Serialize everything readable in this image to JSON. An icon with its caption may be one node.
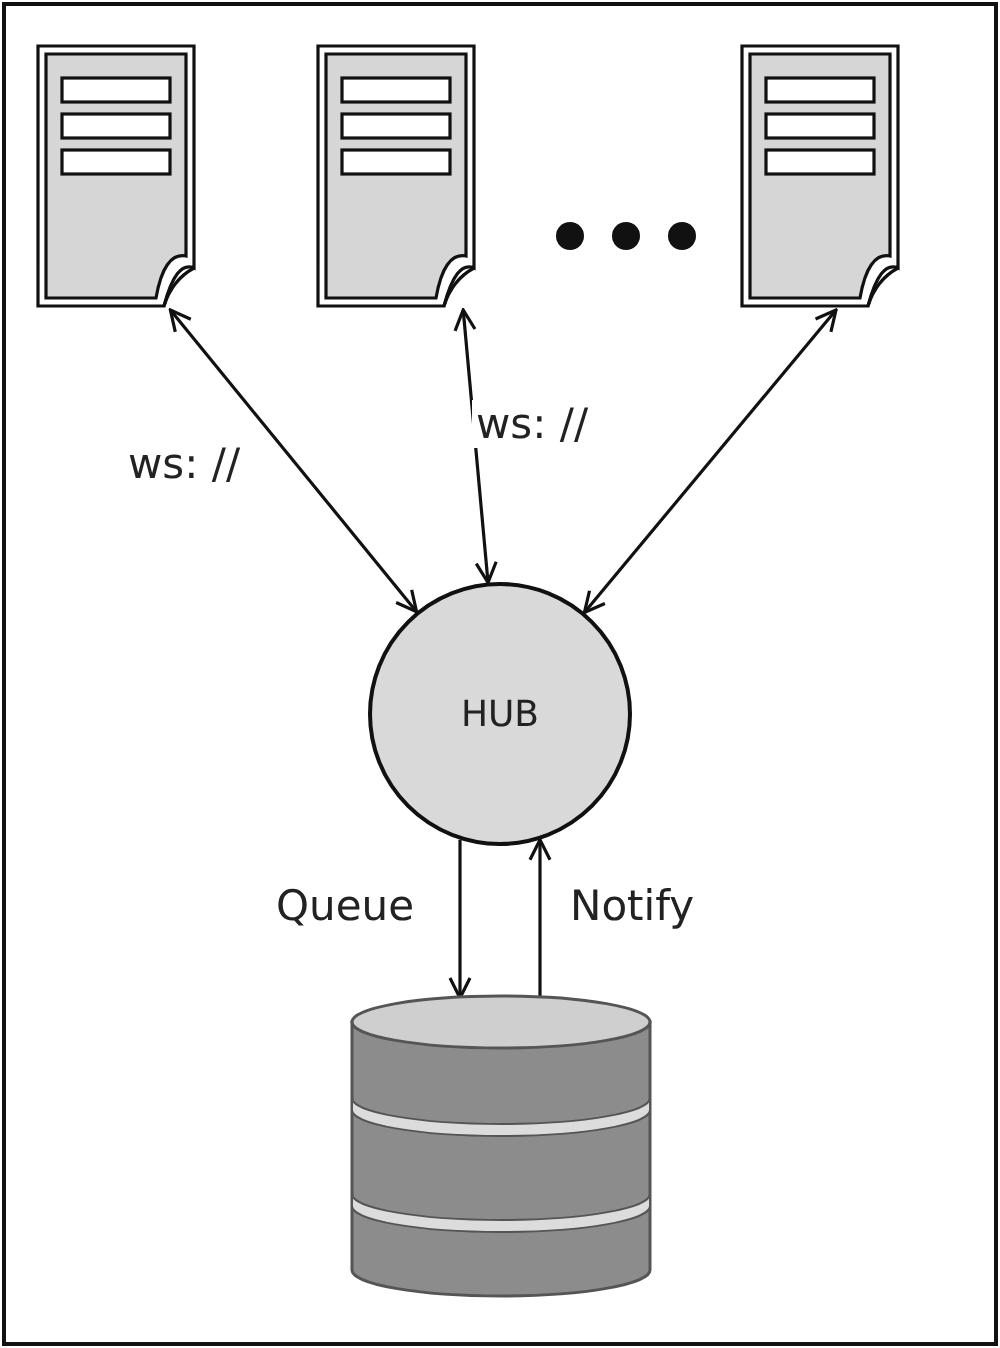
{
  "diagram": {
    "nodes": [
      {
        "text": [],
        "shape": "document"
      },
      {
        "text": [],
        "shape": "document"
      },
      {
        "text": [],
        "shape": "document"
      },
      {
        "text": [
          "HUB"
        ]
      },
      {
        "text": [],
        "shape": "cylinder"
      }
    ],
    "edges": [
      {
        "from": 0,
        "to": 3,
        "arrow": "both",
        "label": "ws: //"
      },
      {
        "from": 1,
        "to": 3,
        "arrow": "both",
        "label": "ws: //"
      },
      {
        "from": 2,
        "to": 3,
        "arrow": "both"
      },
      {
        "from": 3,
        "to": 4,
        "arrow": "to",
        "label": "Queue"
      },
      {
        "from": 4,
        "to": 3,
        "arrow": "to",
        "label": "Notify"
      }
    ]
  }
}
